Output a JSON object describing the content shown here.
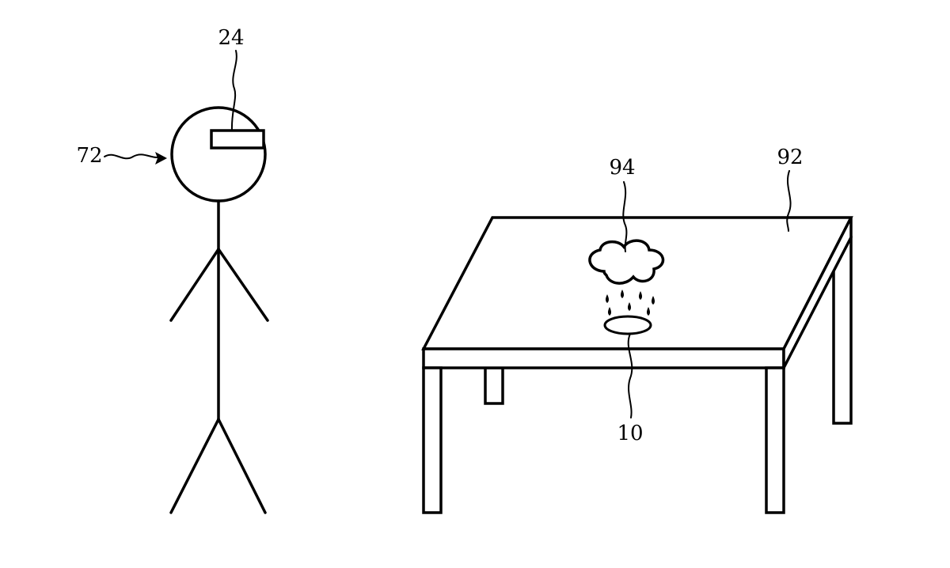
{
  "labels": {
    "user": "72",
    "headset": "24",
    "table": "92",
    "virtual_cloud": "94",
    "object": "10"
  },
  "colors": {
    "line": "#000000",
    "background": "#ffffff"
  }
}
